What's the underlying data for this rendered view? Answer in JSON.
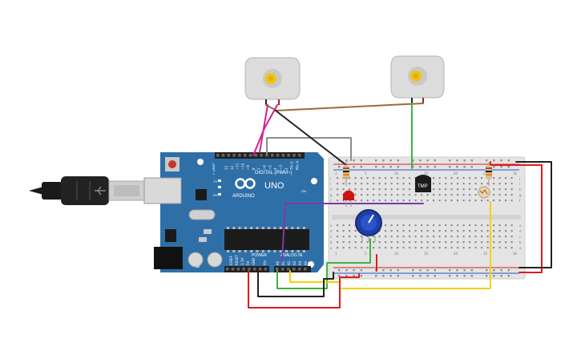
{
  "arduino": {
    "model": "UNO",
    "brand": "ARDUINO",
    "digital_label": "DIGITAL (PWM~)",
    "power_label": "POWER",
    "analog_label": "ANALOG IN",
    "aref_label": "AREF",
    "gnd_label": "GND",
    "on_label": "ON",
    "tx_label": "TX",
    "rx_label": "RX",
    "l_label": "L",
    "ioref_label": "IOREF",
    "reset_label": "RESET",
    "v33_label": "3.3V",
    "v5_label": "5V",
    "vin_label": "Vin",
    "analog_pins": [
      "A0",
      "A1",
      "A2",
      "A3",
      "A4",
      "A5"
    ],
    "digital_pins": [
      "13",
      "12",
      "~11",
      "~10",
      "~9",
      "8",
      "7",
      "~6",
      "~5",
      "4",
      "~3",
      "2",
      "TX→1",
      "RX←0"
    ]
  },
  "sensor": {
    "label": "TMP"
  },
  "breadboard": {
    "columns_left": [
      "j",
      "i",
      "h",
      "g",
      "f"
    ],
    "columns_right": [
      "e",
      "d",
      "c",
      "b",
      "a"
    ],
    "top_numbers": [
      "1",
      "5",
      "10",
      "15",
      "20",
      "25",
      "30"
    ]
  },
  "colors": {
    "board": "#2f6fa8",
    "breadboard": "#e4e4e4",
    "wire_red": "#e01b1b",
    "wire_black": "#222222",
    "wire_green": "#3cb43c",
    "wire_yellow": "#f2d200",
    "wire_purple": "#7b3aa8",
    "wire_brown": "#9b6b3a",
    "wire_magenta": "#d21f8c",
    "wire_gray": "#8d8d8d"
  }
}
